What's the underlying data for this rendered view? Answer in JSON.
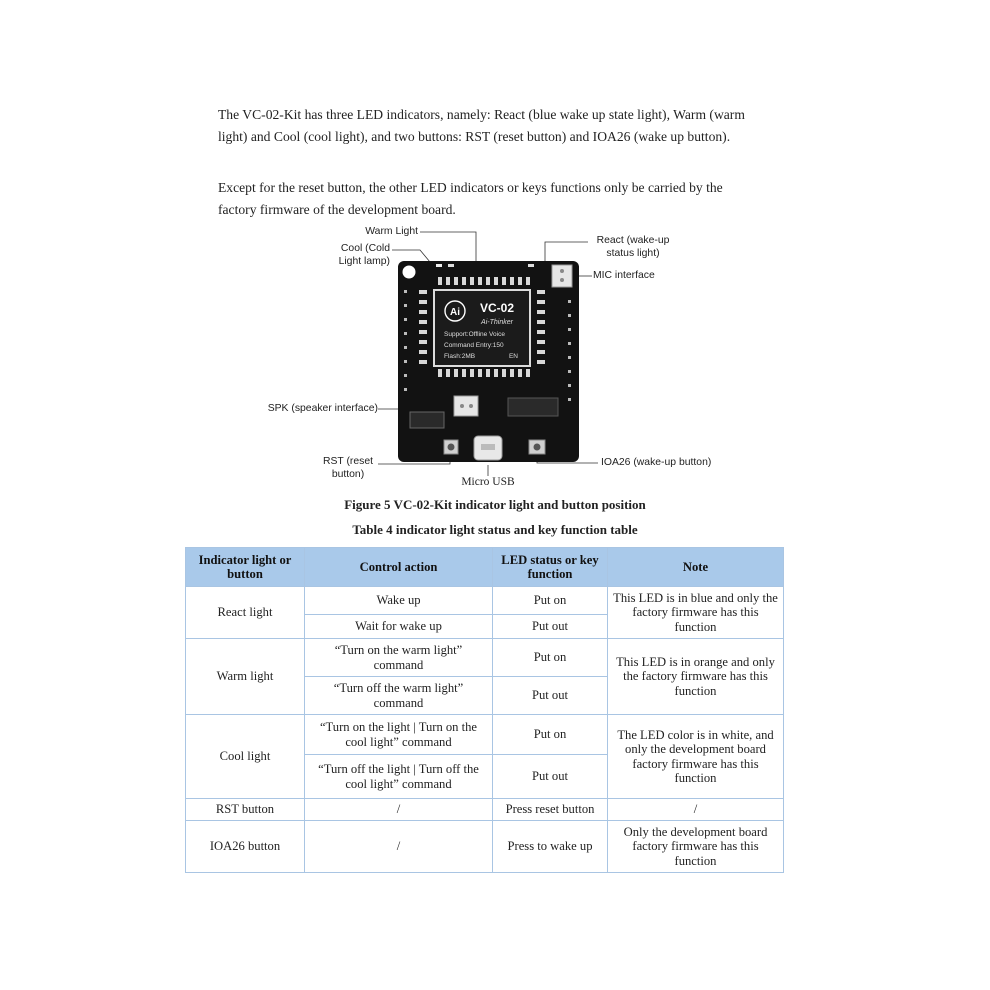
{
  "paragraphs": [
    "The VC-02-Kit has three LED indicators, namely: React (blue wake up state light), Warm (warm light) and Cool (cool light), and two buttons: RST (reset button) and IOA26 (wake up button).",
    "Except for the reset button, the other LED indicators or keys functions only be carried by the factory firmware of the development board."
  ],
  "figure": {
    "callouts": {
      "warm_light": "Warm Light",
      "cool_light": "Cool (Cold Light lamp)",
      "react": "React (wake-up status light)",
      "mic": "MIC interface",
      "spk": "SPK (speaker interface)",
      "rst": "RST (reset button)",
      "micro_usb": "Micro USB",
      "ioa26": "IOA26 (wake-up button)"
    },
    "module": {
      "logo": "Ai",
      "model": "VC-02",
      "brand": "Ai-Thinker",
      "support": "Support:Offline Voice",
      "command": "Command Entry:150",
      "flash": "Flash:2MB",
      "lang": "EN"
    },
    "caption": "Figure 5 VC-02-Kit indicator light and button position"
  },
  "table": {
    "caption": "Table 4 indicator light status and key function table",
    "headers": [
      "Indicator light or button",
      "Control action",
      "LED status or key function",
      "Note"
    ],
    "rows": [
      {
        "item": "React light",
        "actions": [
          "Wake up",
          "Wait for wake up"
        ],
        "status": [
          "Put on",
          "Put out"
        ],
        "note": "This LED is in blue and only the factory firmware has this function"
      },
      {
        "item": "Warm light",
        "actions": [
          "“Turn on the warm light” command",
          "“Turn off the warm light” command"
        ],
        "status": [
          "Put on",
          "Put out"
        ],
        "note": "This LED is in orange and only the factory firmware has this function"
      },
      {
        "item": "Cool light",
        "actions": [
          "“Turn on the light | Turn on the cool light” command",
          "“Turn off the light | Turn off the cool light” command"
        ],
        "status": [
          "Put on",
          "Put out"
        ],
        "note": "The LED color is in white, and only the development board factory firmware has this function"
      },
      {
        "item": "RST button",
        "actions": [
          "/"
        ],
        "status": [
          "Press reset button"
        ],
        "note": "/"
      },
      {
        "item": "IOA26 button",
        "actions": [
          "/"
        ],
        "status": [
          "Press to wake up"
        ],
        "note": "Only the development board factory firmware has this function"
      }
    ]
  }
}
